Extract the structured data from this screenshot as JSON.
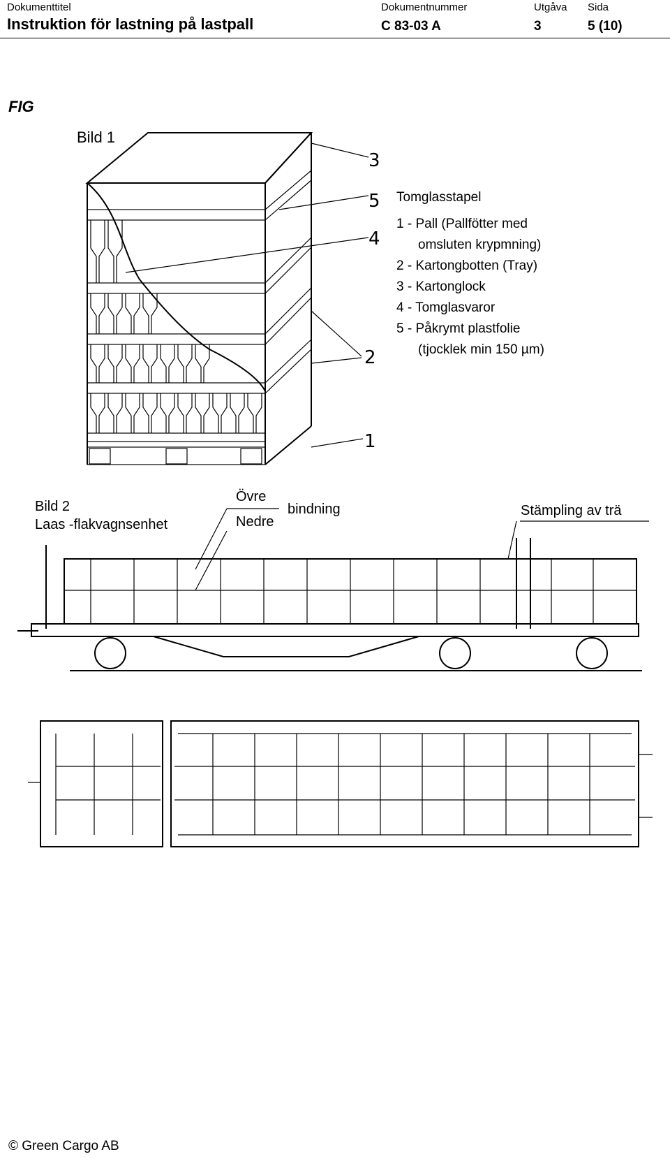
{
  "header": {
    "doc_title_label": "Dokumenttitel",
    "doc_title": "Instruktion för lastning på lastpall",
    "doc_number_label": "Dokumentnummer",
    "doc_number": "C 83-03 A",
    "edition_label": "Utgåva",
    "edition": "3",
    "page_label": "Sida",
    "page": "5 (10)"
  },
  "fig_label": "FIG",
  "image1": {
    "caption": "Bild 1",
    "legend_title": "Tomglasstapel",
    "legend_items": [
      "1 - Pall (Pallfötter med",
      "omsluten krypmning)",
      "2 - Kartongbotten (Tray)",
      "3 - Kartonglock",
      "4 - Tomglasvaror",
      "5 - Påkrymt plastfolie",
      "(tjocklek min 150 µm)"
    ],
    "callout_numbers": [
      "3",
      "5",
      "4",
      "2",
      "1"
    ]
  },
  "image2": {
    "caption_line1": "Bild 2",
    "caption_line2": "Laas -flakvagnsenhet",
    "upper_label": "Övre",
    "lower_label": "Nedre",
    "binding_label": "bindning",
    "stamp_label": "Stämpling av trä"
  },
  "footer": {
    "copyright": "© Green Cargo AB"
  }
}
